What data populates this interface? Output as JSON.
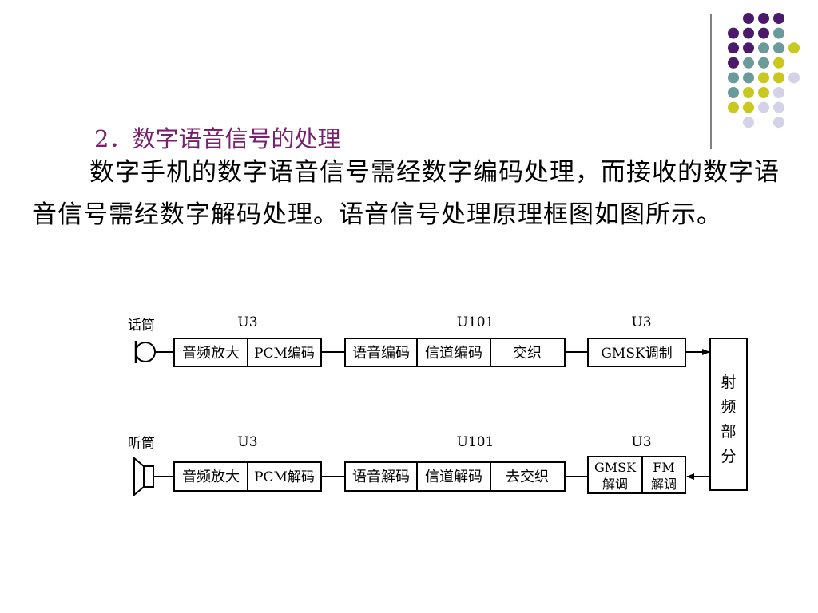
{
  "heading": "2．数字语音信号的处理",
  "paragraph": "数字手机的数字语音信号需经数字编码处理，而接收的数字语音信号需经数字解码处理。语音信号处理原理框图如图所示。",
  "colors": {
    "heading": "#7a1f6e",
    "purple": "#4b1a6a",
    "teal": "#6a9a9a",
    "lime": "#c8c81e",
    "lavender": "#d4d2e6"
  },
  "diagram": {
    "tx": {
      "device": "话筒",
      "device_icon": "microphone-icon",
      "chip_u3": "U3",
      "chip_u101": "U101",
      "chip_u3_right": "U3",
      "audio_amp": "音频放大",
      "pcm": "PCM编码",
      "speech_codec": "语音编码",
      "channel_codec": "信道编码",
      "interleave": "交织",
      "modulator": "GMSK调制"
    },
    "rx": {
      "device": "听筒",
      "device_icon": "speaker-icon",
      "chip_u3": "U3",
      "chip_u101": "U101",
      "chip_u3_right": "U3",
      "audio_amp": "音频放大",
      "pcm": "PCM解码",
      "speech_codec": "语音解码",
      "channel_codec": "信道解码",
      "interleave": "去交织",
      "gmsk_demod_1": "GMSK",
      "gmsk_demod_2": "解调",
      "fm_demod_1": "FM",
      "fm_demod_2": "解调"
    },
    "rf": [
      "射",
      "频",
      "部",
      "分"
    ]
  }
}
